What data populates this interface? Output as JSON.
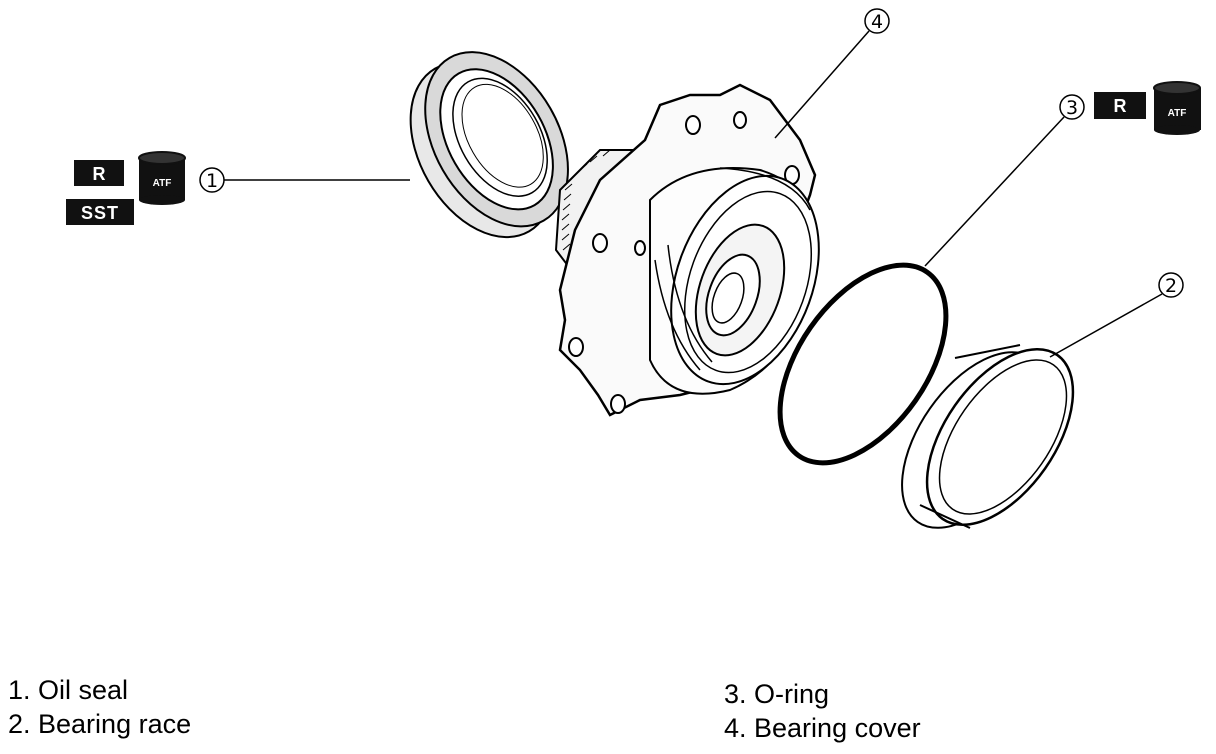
{
  "callouts": {
    "oil_seal": "1",
    "bearing_race": "2",
    "o_ring": "3",
    "bearing_cover": "4"
  },
  "tags": {
    "replace": "R",
    "special_tool": "SST",
    "fluid": "ATF"
  },
  "legend": {
    "item1": "1. Oil seal",
    "item2": "2. Bearing race",
    "item3": "3. O-ring",
    "item4": "4. Bearing cover"
  }
}
